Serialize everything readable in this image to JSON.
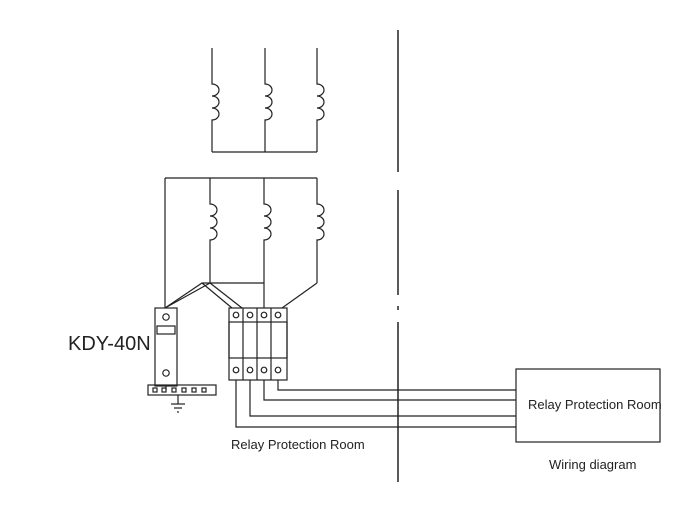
{
  "labels": {
    "device": "KDY-40N",
    "room_bottom": "Relay Protection Room",
    "room_box": "Relay Protection Room",
    "wiring_caption": "Wiring diagram"
  },
  "colors": {
    "line": "#222222",
    "background": "#ffffff"
  }
}
